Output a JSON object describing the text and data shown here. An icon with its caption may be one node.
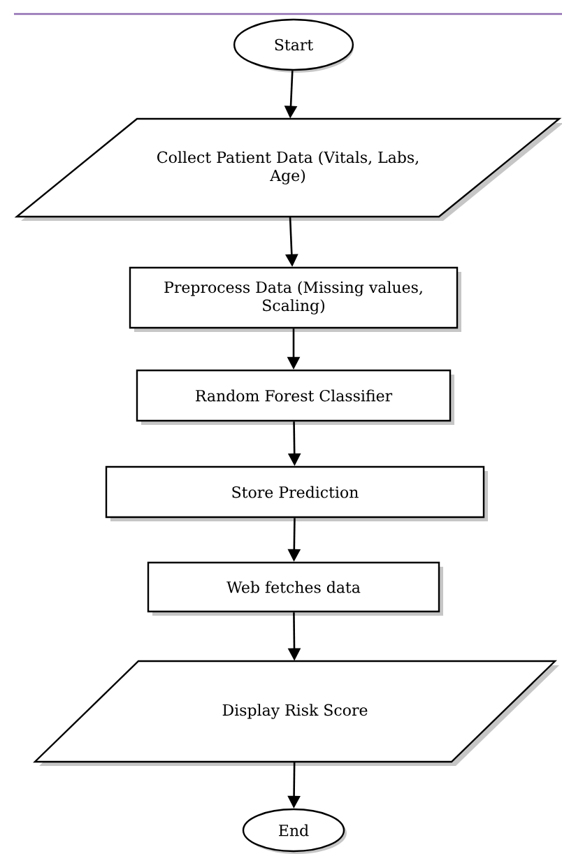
{
  "diagram": {
    "nodes": [
      {
        "text": [
          "Start"
        ]
      },
      {
        "text": [
          "Collect Patient Data (Vitals, Labs, Age)"
        ]
      },
      {
        "text": [
          "Preprocess Data (Missing values, Scaling)"
        ]
      },
      {
        "text": [
          "Random Forest Classifier"
        ]
      },
      {
        "text": [
          "Store Prediction"
        ]
      },
      {
        "text": [
          "Web fetches data"
        ]
      },
      {
        "text": [
          "Display Risk Score"
        ]
      },
      {
        "text": [
          "End"
        ]
      }
    ],
    "edges": [
      {
        "from": 0,
        "to": 1,
        "arrow": "to"
      },
      {
        "from": 1,
        "to": 2,
        "arrow": "to"
      },
      {
        "from": 2,
        "to": 3,
        "arrow": "to"
      },
      {
        "from": 3,
        "to": 4,
        "arrow": "to"
      },
      {
        "from": 4,
        "to": 5,
        "arrow": "to"
      },
      {
        "from": 5,
        "to": 6,
        "arrow": "to"
      },
      {
        "from": 6,
        "to": 7,
        "arrow": "to"
      }
    ]
  }
}
